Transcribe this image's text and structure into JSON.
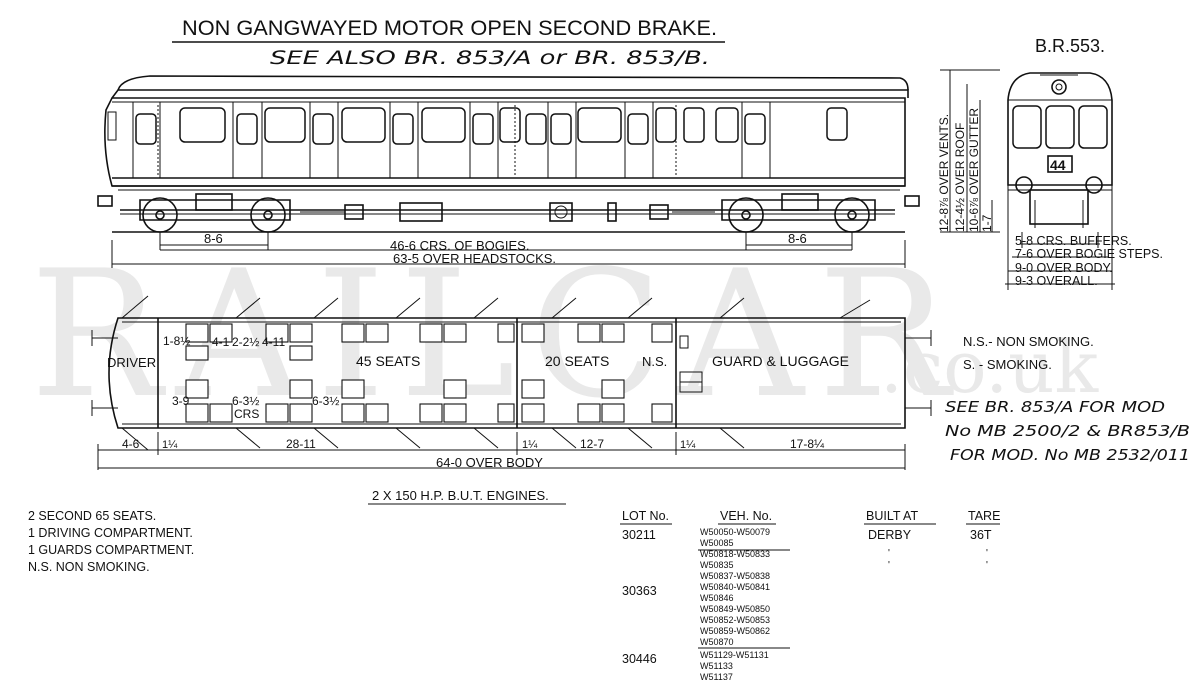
{
  "title": "NON GANGWAYED MOTOR OPEN SECOND BRAKE.",
  "see_also": "SEE ALSO BR. 853/A or BR. 853/B.",
  "diagram_no": "B.R.553.",
  "watermark": {
    "main": "RAILCAR",
    "sub": ".co.uk"
  },
  "side_dimensions": {
    "bogie_left": "8-6",
    "bogie_right": "8-6",
    "bogie_centres": "46-6 CRS. OF BOGIES.",
    "over_headstocks": "63-5 OVER HEADSTOCKS."
  },
  "height_dimensions": [
    "12-8⅞ OVER VENTS.",
    "12-4½ OVER ROOF",
    "10-6⅞ OVER GUTTER",
    "1-7"
  ],
  "end_dimensions": [
    "5-8 CRS. BUFFERS.",
    "7-6 OVER BOGIE STEPS.",
    "9-0 OVER BODY.",
    "9-3 OVERALL."
  ],
  "end_number": "44",
  "plan_labels": {
    "driver": "DRIVER",
    "seats_45": "45 SEATS",
    "seats_20": "20 SEATS",
    "ns": "N.S.",
    "guard": "GUARD & LUGGAGE",
    "dim_18": "1-8½",
    "dim_41a": "4-1",
    "dim_22": "2-2½",
    "dim_41b": "4-11",
    "dim_39": "3-9",
    "dim_63a": "6-3½",
    "crs": "CRS",
    "dim_63b": "6-3½"
  },
  "plan_dimensions": {
    "d1": "4-6",
    "d2": "1¼",
    "d3": "28-11",
    "d4": "1¼",
    "d5": "12-7",
    "d6": "1¼",
    "d7": "17-8¼",
    "overall": "64-0 OVER BODY"
  },
  "legend": [
    "N.S.- NON SMOKING.",
    "S. - SMOKING."
  ],
  "handwritten_note": [
    "SEE BR. 853/A FOR MOD",
    "No MB 2500/2 & BR853/B",
    "FOR MOD. No MB 2532/011"
  ],
  "engines": "2 X 150 H.P. B.U.T. ENGINES.",
  "accommodation": [
    "2 SECOND 65 SEATS.",
    "1 DRIVING COMPARTMENT.",
    "1 GUARDS COMPARTMENT.",
    "N.S. NON SMOKING."
  ],
  "table": {
    "headers": {
      "lot": "LOT No.",
      "veh": "VEH. No.",
      "built": "BUILT AT",
      "tare": "TARE"
    },
    "lots": [
      {
        "lot": "30211",
        "vehicles": [
          "W50050-W50079",
          "W50085"
        ],
        "built": "DERBY",
        "tare": "36T"
      },
      {
        "lot": "30363",
        "vehicles": [
          "W50818-W50833",
          "W50835",
          "W50837-W50838",
          "W50840-W50841",
          "W50846",
          "W50849-W50850",
          "W50852-W50853",
          "W50859-W50862",
          "W50870"
        ],
        "built": "",
        "tare": ""
      },
      {
        "lot": "30446",
        "vehicles": [
          "W51129-W51131",
          "W51133",
          "W51137"
        ],
        "built": "",
        "tare": ""
      }
    ]
  }
}
